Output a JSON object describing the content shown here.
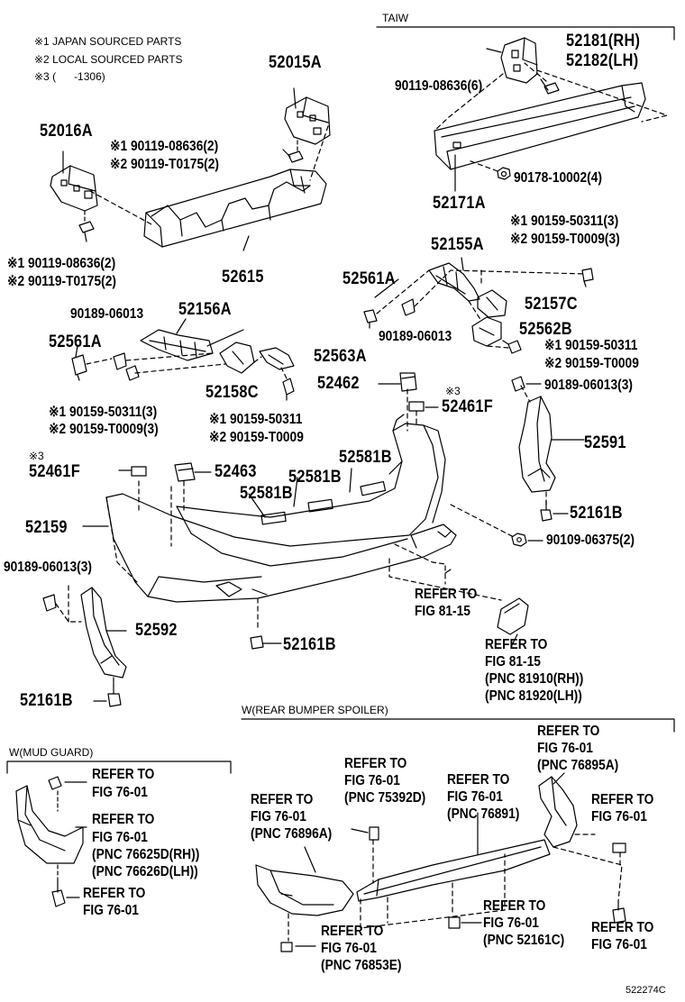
{
  "notes": [
    "※1 JAPAN SOURCED PARTS",
    "※2 LOCAL SOURCED PARTS",
    "※3 (      -1306)"
  ],
  "sections": {
    "taiw": "TAIW",
    "spoiler": "W(REAR BUMPER SPOILER)",
    "mud": "W(MUD GUARD)"
  },
  "labels": {
    "p52181": "52181(RH)",
    "p52182": "52182(LH)",
    "b90119_6": "90119-08636(6)",
    "p52171a": "52171A",
    "b90178": "90178-10002(4)",
    "p52015a": "52015A",
    "b1_90119a": "※1 90119-08636(2)",
    "b2_90119a": "※2 90119-T0175(2)",
    "p52016a": "52016A",
    "b1_90119b": "※1 90119-08636(2)",
    "b2_90119b": "※2 90119-T0175(2)",
    "p52615": "52615",
    "p52155a": "52155A",
    "b1_90159a": "※1 90159-50311(3)",
    "b2_90159a": "※2 90159-T0009(3)",
    "p52561a_r": "52561A",
    "p52157c": "52157C",
    "b90189_r": "90189-06013",
    "p52562b": "52562B",
    "b1_90159b": "※1 90159-50311",
    "b2_90159b": "※2 90159-T0009",
    "b90189_3r": "90189-06013(3)",
    "b90189_l": "90189-06013",
    "p52156a": "52156A",
    "p52561a_l": "52561A",
    "p52563a": "52563A",
    "p52158c": "52158C",
    "b1_90159c": "※1 90159-50311(3)",
    "b2_90159c": "※2 90159-T0009(3)",
    "b1_90159d": "※1 90159-50311",
    "b2_90159d": "※2 90159-T0009",
    "p52462": "52462",
    "n3_r": "※3",
    "p52461f_r": "52461F",
    "p52591": "52591",
    "n3_l": "※3",
    "p52461f_l": "52461F",
    "p52463": "52463",
    "p52581b_1": "52581B",
    "p52581b_2": "52581B",
    "p52581b_3": "52581B",
    "p52159": "52159",
    "p52161b_r": "52161B",
    "b90109": "90109-06375(2)",
    "b90189_3l": "90189-06013(3)",
    "p52592": "52592",
    "ref_81_15_a_1": "REFER TO",
    "ref_81_15_a_2": "FIG 81-15",
    "p52161b_m": "52161B",
    "ref_81_15_b_1": "REFER TO",
    "ref_81_15_b_2": "FIG 81-15",
    "ref_81_15_b_3": "(PNC 81910(RH))",
    "ref_81_15_b_4": "(PNC 81920(LH))",
    "p52161b_l": "52161B",
    "mg_ref1_1": "REFER TO",
    "mg_ref1_2": "FIG 76-01",
    "mg_ref2_1": "REFER TO",
    "mg_ref2_2": "FIG 76-01",
    "mg_ref2_3": "(PNC 76625D(RH))",
    "mg_ref2_4": "(PNC 76626D(LH))",
    "mg_ref3_1": "REFER TO",
    "mg_ref3_2": "FIG 76-01",
    "sp_76895a_1": "REFER TO",
    "sp_76895a_2": "FIG 76-01",
    "sp_76895a_3": "(PNC 76895A)",
    "sp_75392d_1": "REFER TO",
    "sp_75392d_2": "FIG 76-01",
    "sp_75392d_3": "(PNC 75392D)",
    "sp_76891_1": "REFER TO",
    "sp_76891_2": "FIG 76-01",
    "sp_76891_3": "(PNC 76891)",
    "sp_76896a_1": "REFER TO",
    "sp_76896a_2": "FIG 76-01",
    "sp_76896a_3": "(PNC 76896A)",
    "sp_clip_r_1": "REFER TO",
    "sp_clip_r_2": "FIG 76-01",
    "sp_52161c_1": "REFER TO",
    "sp_52161c_2": "FIG 76-01",
    "sp_52161c_3": "(PNC 52161C)",
    "sp_clip_rb_1": "REFER TO",
    "sp_clip_rb_2": "FIG 76-01",
    "sp_76853e_1": "REFER TO",
    "sp_76853e_2": "FIG 76-01",
    "sp_76853e_3": "(PNC 76853E)"
  },
  "copyright": "522274C"
}
